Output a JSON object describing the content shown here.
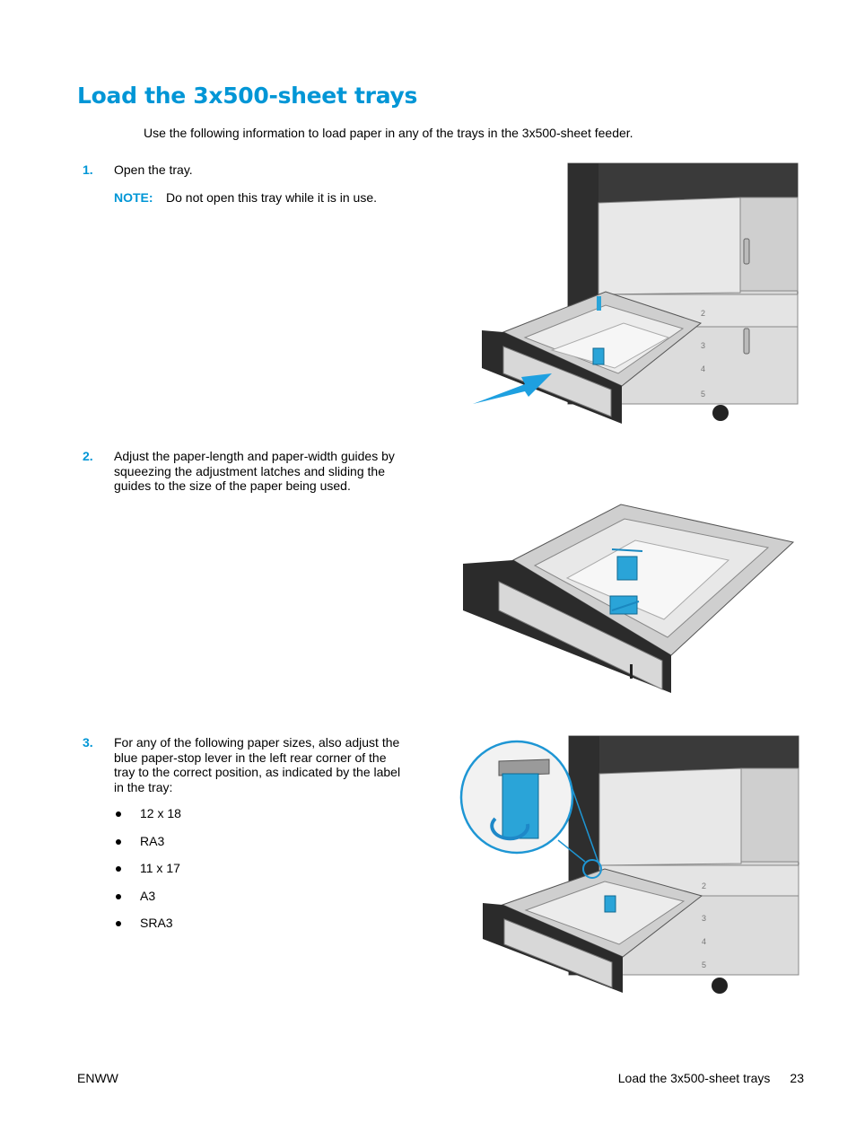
{
  "title": "Load the 3x500-sheet trays",
  "intro": "Use the following information to load paper in any of the trays in the 3x500-sheet feeder.",
  "steps": [
    {
      "number": "1.",
      "text": "Open the tray."
    },
    {
      "number": "2.",
      "text": "Adjust the paper-length and paper-width guides by squeezing the adjustment latches and sliding the guides to the size of the paper being used."
    },
    {
      "number": "3.",
      "text": "For any of the following paper sizes, also adjust the blue paper-stop lever in the left rear corner of the tray to the correct position, as indicated by the label in the tray:"
    }
  ],
  "note": {
    "label": "NOTE:",
    "text": "Do not open this tray while it is in use."
  },
  "sizes": [
    "12 x 18",
    "RA3",
    "11 x 17",
    "A3",
    "SRA3"
  ],
  "tray_numbers": [
    "2",
    "3",
    "4",
    "5"
  ],
  "footer": {
    "left": "ENWW",
    "section": "Load the 3x500-sheet trays",
    "page": "23"
  },
  "colors": {
    "accent": "#0096d6",
    "printer_body": "#d6d6d6",
    "printer_dark": "#2f2f2f"
  }
}
